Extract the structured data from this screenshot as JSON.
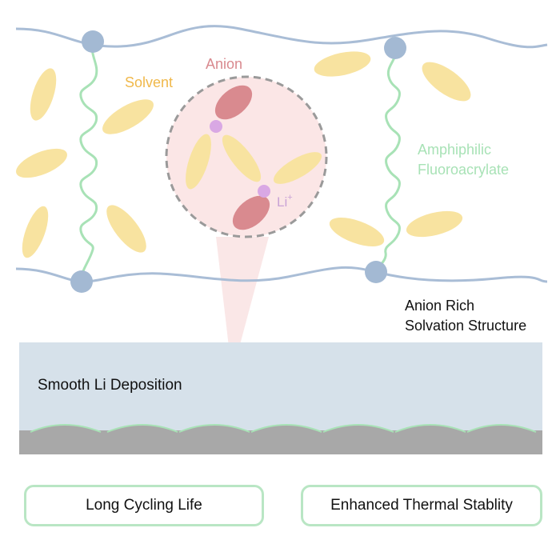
{
  "labels": {
    "anion": "Anion",
    "solvent": "Solvent",
    "li": "Li",
    "li_charge": "+",
    "polymer_line1": "Amphiphilic",
    "polymer_line2": "Fluoroacrylate",
    "solvation_line1": "Anion Rich",
    "solvation_line2": "Solvation Structure",
    "deposition": "Smooth Li Deposition"
  },
  "benefits": {
    "left": "Long Cycling Life",
    "right": "Enhanced Thermal Stablity"
  },
  "colors": {
    "backbone": "#a9bdd6",
    "node": "#a3b9d3",
    "side_chain": "#a8e2b6",
    "solvent": "#f8e3a0",
    "anion": "#d98a8f",
    "li_ion": "#d9a8e4",
    "cluster_fill": "#fbe6e6",
    "cluster_border": "#9a9a9a",
    "electrolyte_layer": "#d6e1ea",
    "lithium_metal": "#a8a8a8",
    "sei_outline": "#a8e2b6",
    "anion_text": "#d98a8f",
    "solvent_text": "#f0b84a",
    "polymer_text": "#a8e2b6",
    "li_text": "#c9a3d6",
    "dark_text": "#111111"
  }
}
